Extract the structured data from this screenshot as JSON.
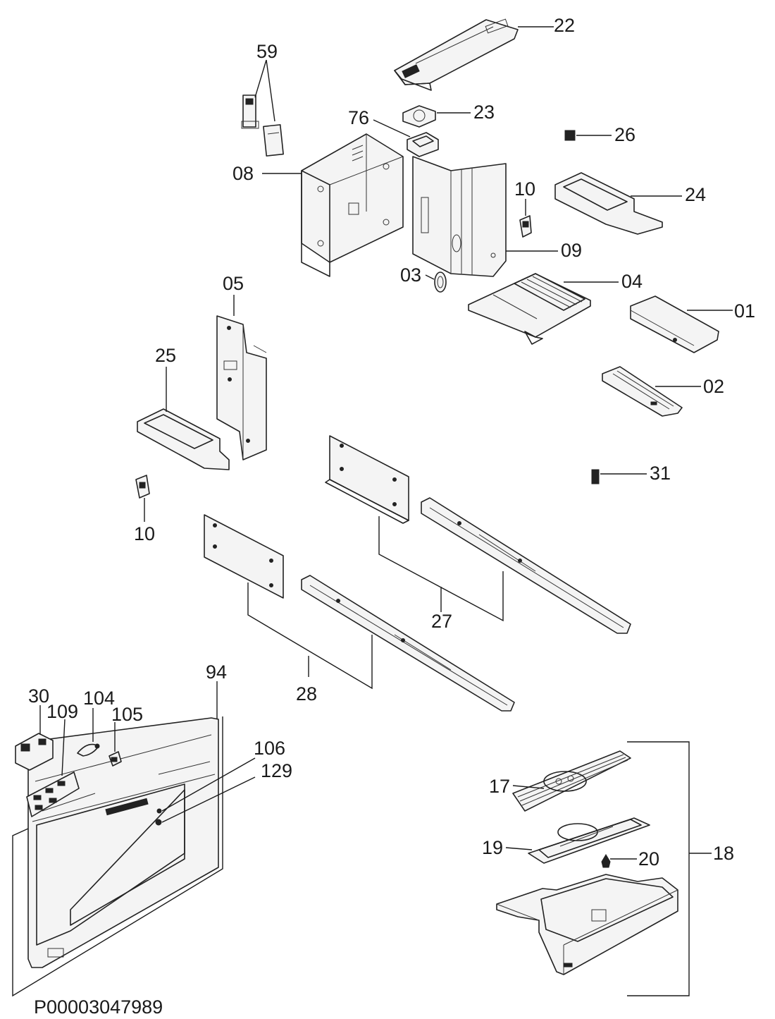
{
  "document_id": "P00003047989",
  "callouts": {
    "c22": "22",
    "c59": "59",
    "c76": "76",
    "c23": "23",
    "c26": "26",
    "c08": "08",
    "c10a": "10",
    "c24": "24",
    "c09": "09",
    "c03": "03",
    "c04": "04",
    "c01": "01",
    "c05": "05",
    "c25": "25",
    "c02": "02",
    "c31": "31",
    "c10b": "10",
    "c27": "27",
    "c28": "28",
    "c94": "94",
    "c30": "30",
    "c104": "104",
    "c109": "109",
    "c105": "105",
    "c106": "106",
    "c129": "129",
    "c17": "17",
    "c19": "19",
    "c20": "20",
    "c18": "18"
  }
}
